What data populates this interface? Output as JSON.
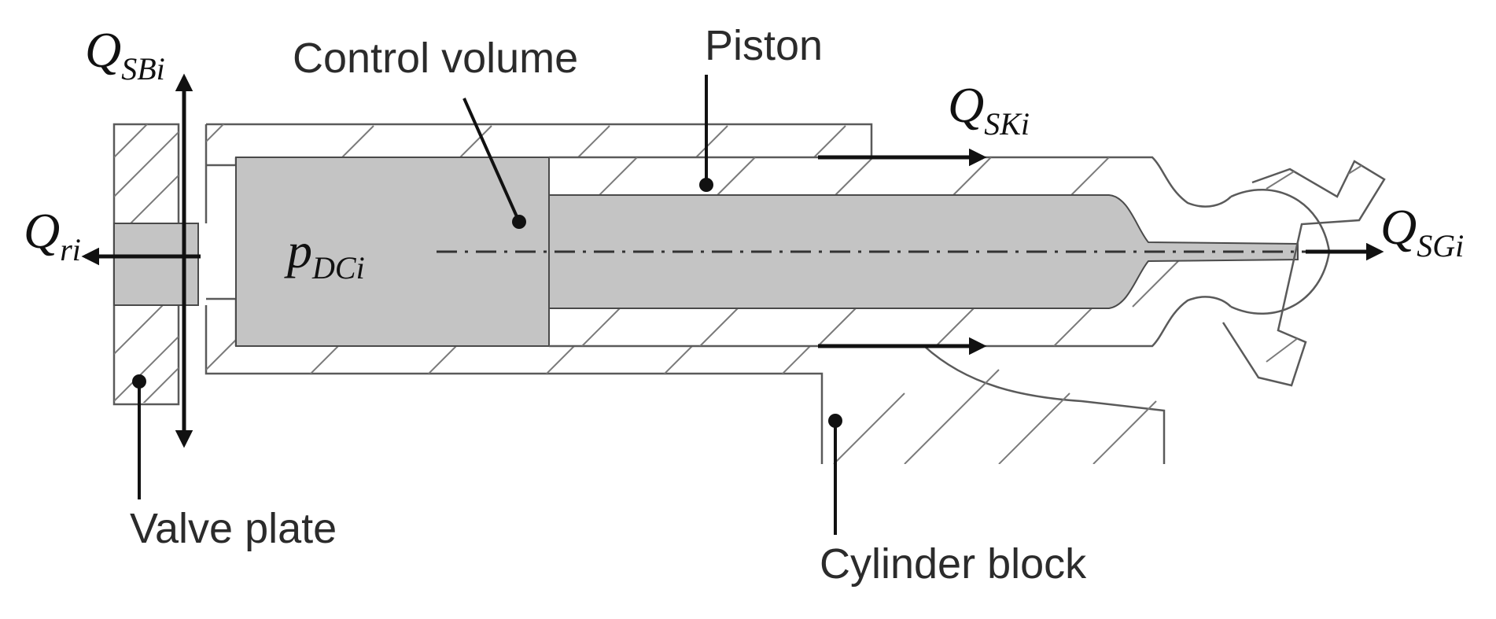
{
  "labels": {
    "control_volume": "Control volume",
    "piston": "Piston",
    "valve_plate": "Valve plate",
    "cylinder_block": "Cylinder block"
  },
  "symbols": {
    "q_sbi": {
      "main": "Q",
      "sub": "SBi"
    },
    "q_ski": {
      "main": "Q",
      "sub": "SKi"
    },
    "q_ri": {
      "main": "Q",
      "sub": "ri"
    },
    "q_sgi": {
      "main": "Q",
      "sub": "SGi"
    },
    "p_dci": {
      "main": "p",
      "sub": "DCi"
    }
  },
  "colors": {
    "fluid_fill": "#c4c4c4",
    "outline": "#5a5a5a",
    "arrow": "#111111"
  }
}
